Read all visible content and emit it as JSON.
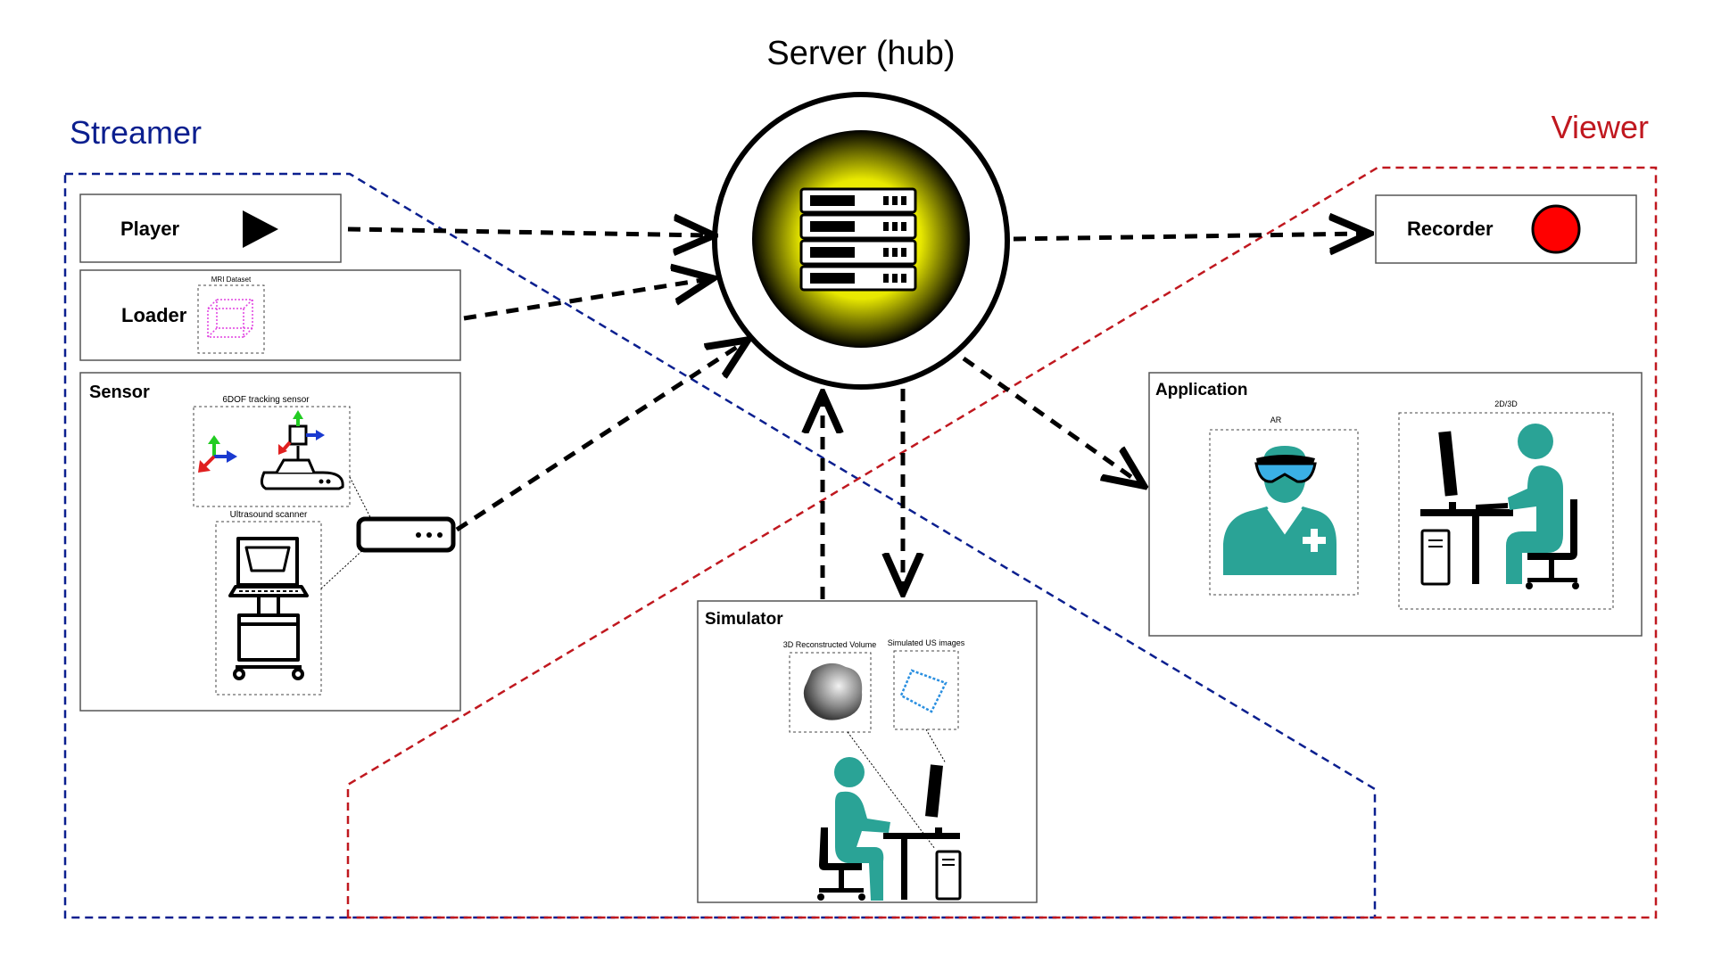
{
  "title": "Server (hub)",
  "groups": {
    "streamer": {
      "label": "Streamer",
      "color": "#0b1f8f"
    },
    "viewer": {
      "label": "Viewer",
      "color": "#c0181f"
    }
  },
  "nodes": {
    "player": {
      "label": "Player"
    },
    "loader": {
      "label": "Loader",
      "dataset_label": "MRI Dataset"
    },
    "sensor": {
      "label": "Sensor",
      "tracking_label": "6DOF tracking sensor",
      "scanner_label": "Ultrasound scanner"
    },
    "simulator": {
      "label": "Simulator",
      "volume_label": "3D Reconstructed Volume",
      "us_label": "Simulated US images"
    },
    "recorder": {
      "label": "Recorder"
    },
    "application": {
      "label": "Application",
      "ar_label": "AR",
      "desk_label": "2D/3D"
    }
  },
  "colors": {
    "teal": "#2aa396",
    "server_glow": "#f2f200",
    "record_red": "#ff0000",
    "dataset_magenta": "#e040e0",
    "us_blue": "#2a8fe0"
  }
}
